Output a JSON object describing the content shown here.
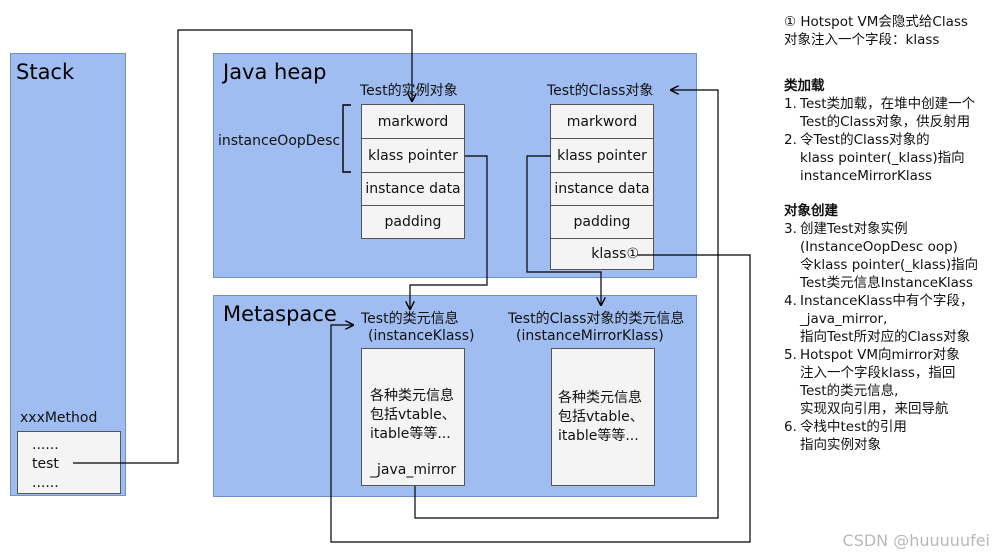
{
  "stack": {
    "title": "Stack",
    "method_label": "xxxMethod",
    "frame_lines": [
      "......",
      "test",
      "......"
    ]
  },
  "heap": {
    "title": "Java heap",
    "instance": {
      "caption": "Test的实例对象",
      "brace_label": "instanceOopDesc",
      "fields": [
        "markword",
        "klass pointer",
        "instance data",
        "padding"
      ]
    },
    "class_obj": {
      "caption": "Test的Class对象",
      "fields": [
        "markword",
        "klass pointer",
        "instance data",
        "padding",
        "klass①"
      ]
    }
  },
  "metaspace": {
    "title": "Metaspace",
    "klass": {
      "caption_line1": "Test的类元信息",
      "caption_line2": "(instanceKlass)",
      "body": "各种类元信息\n包括vtable、\nitable等等...",
      "mirror_field": "_java_mirror"
    },
    "mirror_klass": {
      "caption_line1": "Test的Class对象的类元信息",
      "caption_line2": "(instanceMirrorKlass)",
      "body": "各种类元信息\n包括vtable、\nitable等等..."
    }
  },
  "notes": {
    "intro": "① Hotspot VM会隐式给Class\n对象注入一个字段：klass",
    "section1_title": "类加载",
    "section1_items": [
      {
        "num": "1.",
        "text": "Test类加载，在堆中创建一个\nTest的Class对象，供反射用"
      },
      {
        "num": "2.",
        "text": "令Test的Class对象的\nklass pointer(_klass)指向\ninstanceMirrorKlass"
      }
    ],
    "section2_title": "对象创建",
    "section2_items": [
      {
        "num": "3.",
        "text": "创建Test对象实例\n(InstanceOopDesc oop)\n令klass pointer(_klass)指向\nTest类元信息InstanceKlass"
      },
      {
        "num": "4.",
        "text": "InstanceKlass中有个字段，\n_java_mirror,\n指向Test所对应的Class对象"
      },
      {
        "num": "5.",
        "text": "Hotspot VM向mirror对象\n注入一个字段klass，指回\nTest的类元信息,\n实现双向引用，来回导航"
      },
      {
        "num": "6.",
        "text": "令栈中test的引用\n指向实例对象"
      }
    ]
  },
  "watermark": "CSDN @huuuuufei"
}
